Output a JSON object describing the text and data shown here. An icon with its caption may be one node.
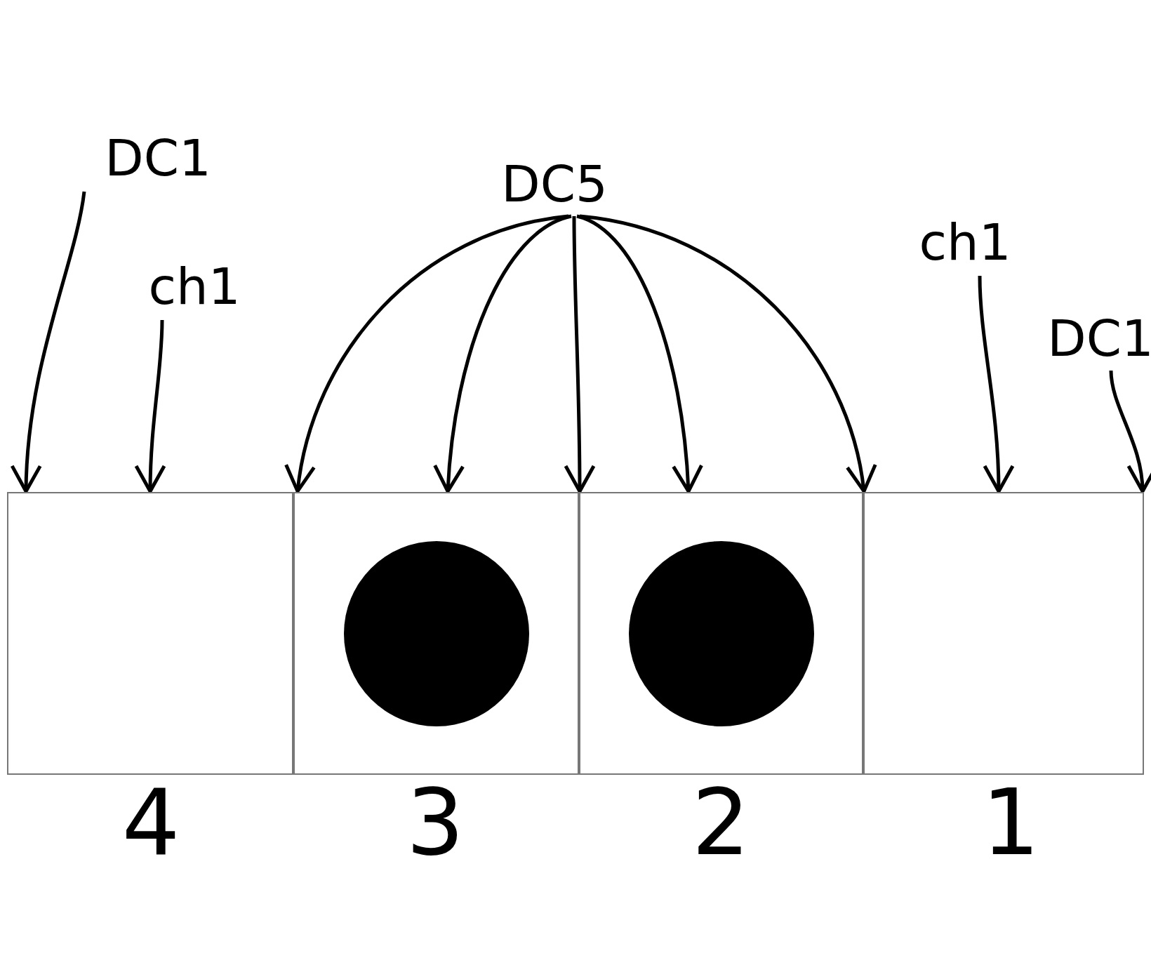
{
  "diagram": {
    "nodes": [
      {
        "text": [
          "DC1"
        ]
      },
      {
        "text": [
          "ch1"
        ]
      },
      {
        "text": [
          "DC5"
        ]
      },
      {
        "text": [
          "ch1"
        ]
      },
      {
        "text": [
          "DC1"
        ]
      },
      {
        "text": [],
        "shape": "box"
      },
      {
        "text": [],
        "shape": "box"
      },
      {
        "text": [],
        "shape": "box"
      },
      {
        "text": [],
        "shape": "box"
      },
      {
        "text": [],
        "shape": "circle",
        "in": 6
      },
      {
        "text": [],
        "shape": "circle",
        "in": 7
      }
    ],
    "edges": [
      {
        "from": 0,
        "to": 5,
        "arrow": "to"
      },
      {
        "from": 1,
        "to": 5,
        "arrow": "to"
      },
      {
        "from": 2,
        "to": 6,
        "arrow": "to"
      },
      {
        "from": 2,
        "to": 6,
        "arrow": "to"
      },
      {
        "from": 2,
        "to": 7,
        "arrow": "to"
      },
      {
        "from": 2,
        "to": 7,
        "arrow": "to"
      },
      {
        "from": 2,
        "to": 8,
        "arrow": "to"
      },
      {
        "from": 3,
        "to": 8,
        "arrow": "to"
      },
      {
        "from": 4,
        "to": 8,
        "arrow": "to"
      }
    ],
    "labels": [
      "4",
      "3",
      "2",
      "1"
    ]
  }
}
